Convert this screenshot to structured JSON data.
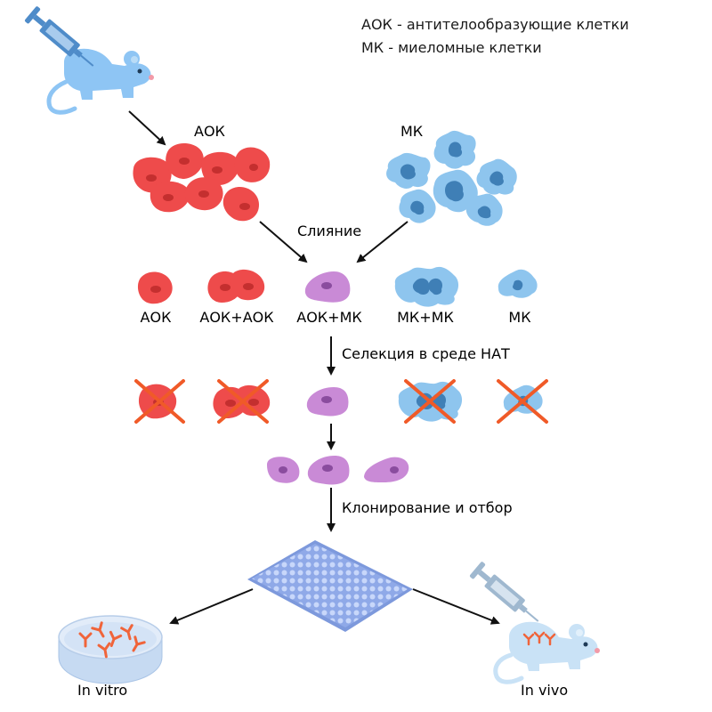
{
  "legend": {
    "aok": "АОК - антителообразующие клетки",
    "mk": "МК - миеломные клетки"
  },
  "groups": {
    "aok_label": "АОК",
    "mk_label": "МК"
  },
  "steps": {
    "fusion": "Слияние",
    "selection": "Селекция в среде НАТ",
    "cloning": "Клонирование и отбор"
  },
  "fusion_products": [
    "АОК",
    "АОК+АОК",
    "АОК+МК",
    "МК+МК",
    "МК"
  ],
  "outcomes": {
    "in_vitro": "In vitro",
    "in_vivo": "In vivo"
  },
  "colors": {
    "aok_cell": "#ee4b4b",
    "aok_nucleus": "#c42f2f",
    "mk_cell": "#8ec5ee",
    "mk_nucleus": "#3f7fb6",
    "hybrid_cell": "#c98ad6",
    "hybrid_nucleus": "#8a4c9e",
    "cross": "#f05a28",
    "mouse": "#8ec5f4",
    "syringe": "#4f8cc9",
    "antibody": "#f0643a",
    "plate": "#a9c0f0"
  }
}
